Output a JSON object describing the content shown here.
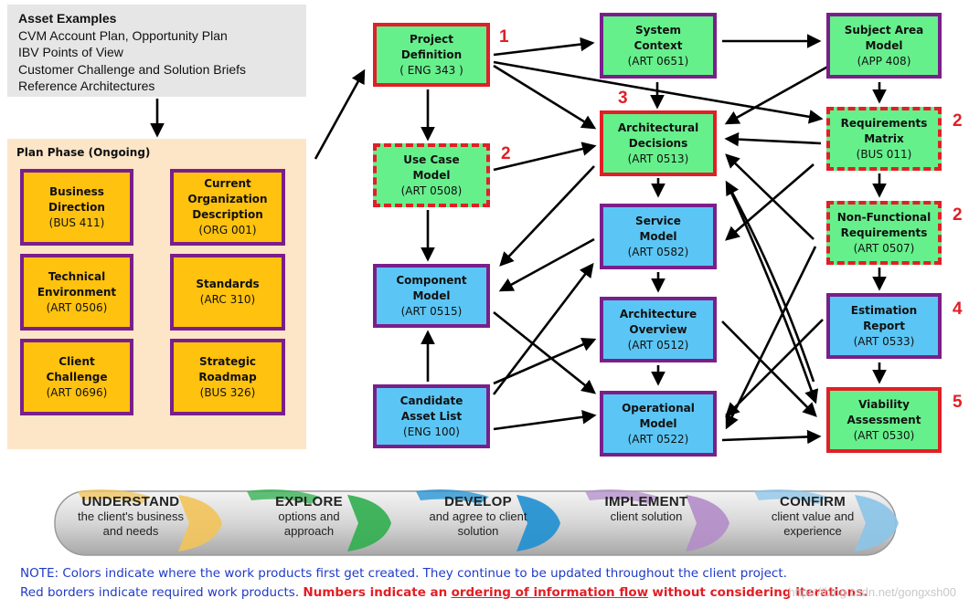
{
  "asset_examples": {
    "title": "Asset Examples",
    "items": [
      "CVM Account Plan, Opportunity Plan",
      "IBV Points of View",
      "Customer Challenge and Solution Briefs",
      "Reference Architectures"
    ]
  },
  "plan_phase": {
    "title": "Plan Phase (Ongoing)",
    "items": [
      {
        "lines": [
          "Business",
          "Direction"
        ],
        "code": "(BUS 411)"
      },
      {
        "lines": [
          "Current",
          "Organization",
          "Description"
        ],
        "code": "(ORG 001)"
      },
      {
        "lines": [
          "Technical",
          "Environment"
        ],
        "code": "(ART 0506)"
      },
      {
        "lines": [
          "Standards"
        ],
        "code": "(ARC 310)"
      },
      {
        "lines": [
          "Client",
          "Challenge"
        ],
        "code": "(ART 0696)"
      },
      {
        "lines": [
          "Strategic",
          "Roadmap"
        ],
        "code": "(BUS 326)"
      }
    ]
  },
  "work_products": {
    "project_definition": {
      "lines": [
        "Project",
        "Definition"
      ],
      "code": "( ENG 343 )",
      "order": "1"
    },
    "use_case_model": {
      "lines": [
        "Use Case",
        "Model"
      ],
      "code": "(ART 0508)",
      "order": "2"
    },
    "component_model": {
      "lines": [
        "Component",
        "Model"
      ],
      "code": "(ART 0515)"
    },
    "candidate_asset_list": {
      "lines": [
        "Candidate",
        "Asset List"
      ],
      "code": "(ENG 100)"
    },
    "system_context": {
      "lines": [
        "System",
        "Context"
      ],
      "code": "(ART 0651)"
    },
    "architectural_decisions": {
      "lines": [
        "Architectural",
        "Decisions"
      ],
      "code": "(ART 0513)",
      "order": "3"
    },
    "service_model": {
      "lines": [
        "Service",
        "Model"
      ],
      "code": "(ART 0582)"
    },
    "architecture_overview": {
      "lines": [
        "Architecture",
        "Overview"
      ],
      "code": "(ART 0512)"
    },
    "operational_model": {
      "lines": [
        "Operational",
        "Model"
      ],
      "code": "(ART 0522)"
    },
    "subject_area_model": {
      "lines": [
        "Subject Area",
        "Model"
      ],
      "code": "(APP 408)"
    },
    "requirements_matrix": {
      "lines": [
        "Requirements",
        "Matrix"
      ],
      "code": "(BUS 011)",
      "order": "2"
    },
    "non_functional_requirements": {
      "lines": [
        "Non-Functional",
        "Requirements"
      ],
      "code": "(ART 0507)",
      "order": "2"
    },
    "estimation_report": {
      "lines": [
        "Estimation",
        "Report"
      ],
      "code": "(ART 0533)",
      "order": "4"
    },
    "viability_assessment": {
      "lines": [
        "Viability",
        "Assessment"
      ],
      "code": "(ART 0530)",
      "order": "5"
    }
  },
  "stages": [
    {
      "title": "UNDERSTAND",
      "sub": [
        "the client's business",
        "and needs"
      ]
    },
    {
      "title": "EXPLORE",
      "sub": [
        "options and",
        "approach"
      ]
    },
    {
      "title": "DEVELOP",
      "sub": [
        "and agree to client",
        "solution"
      ]
    },
    {
      "title": "IMPLEMENT",
      "sub": [
        "client solution"
      ]
    },
    {
      "title": "CONFIRM",
      "sub": [
        "client value and",
        "experience"
      ]
    }
  ],
  "stage_colors": [
    "#f2c35a",
    "#2fae4e",
    "#1e8fd0",
    "#b28cc8",
    "#8ac4e8"
  ],
  "notes": {
    "line1_label": "NOTE:",
    "line1_text": "Colors indicate where the work products first get created. They continue to be updated throughout the client project.",
    "line2_a": "Red borders indicate required work products.",
    "line2_b": "Numbers indicate an",
    "line2_c": "ordering of information flow",
    "line2_d": "without considering iterations."
  },
  "watermark": "https://blog.csdn.net/gongxsh00",
  "colors": {
    "created_project": "#66f08c",
    "created_develop": "#5bc6f5",
    "created_plan": "#ffc20e",
    "required_border": "#e11f26",
    "other_border": "#7a1f8a"
  }
}
